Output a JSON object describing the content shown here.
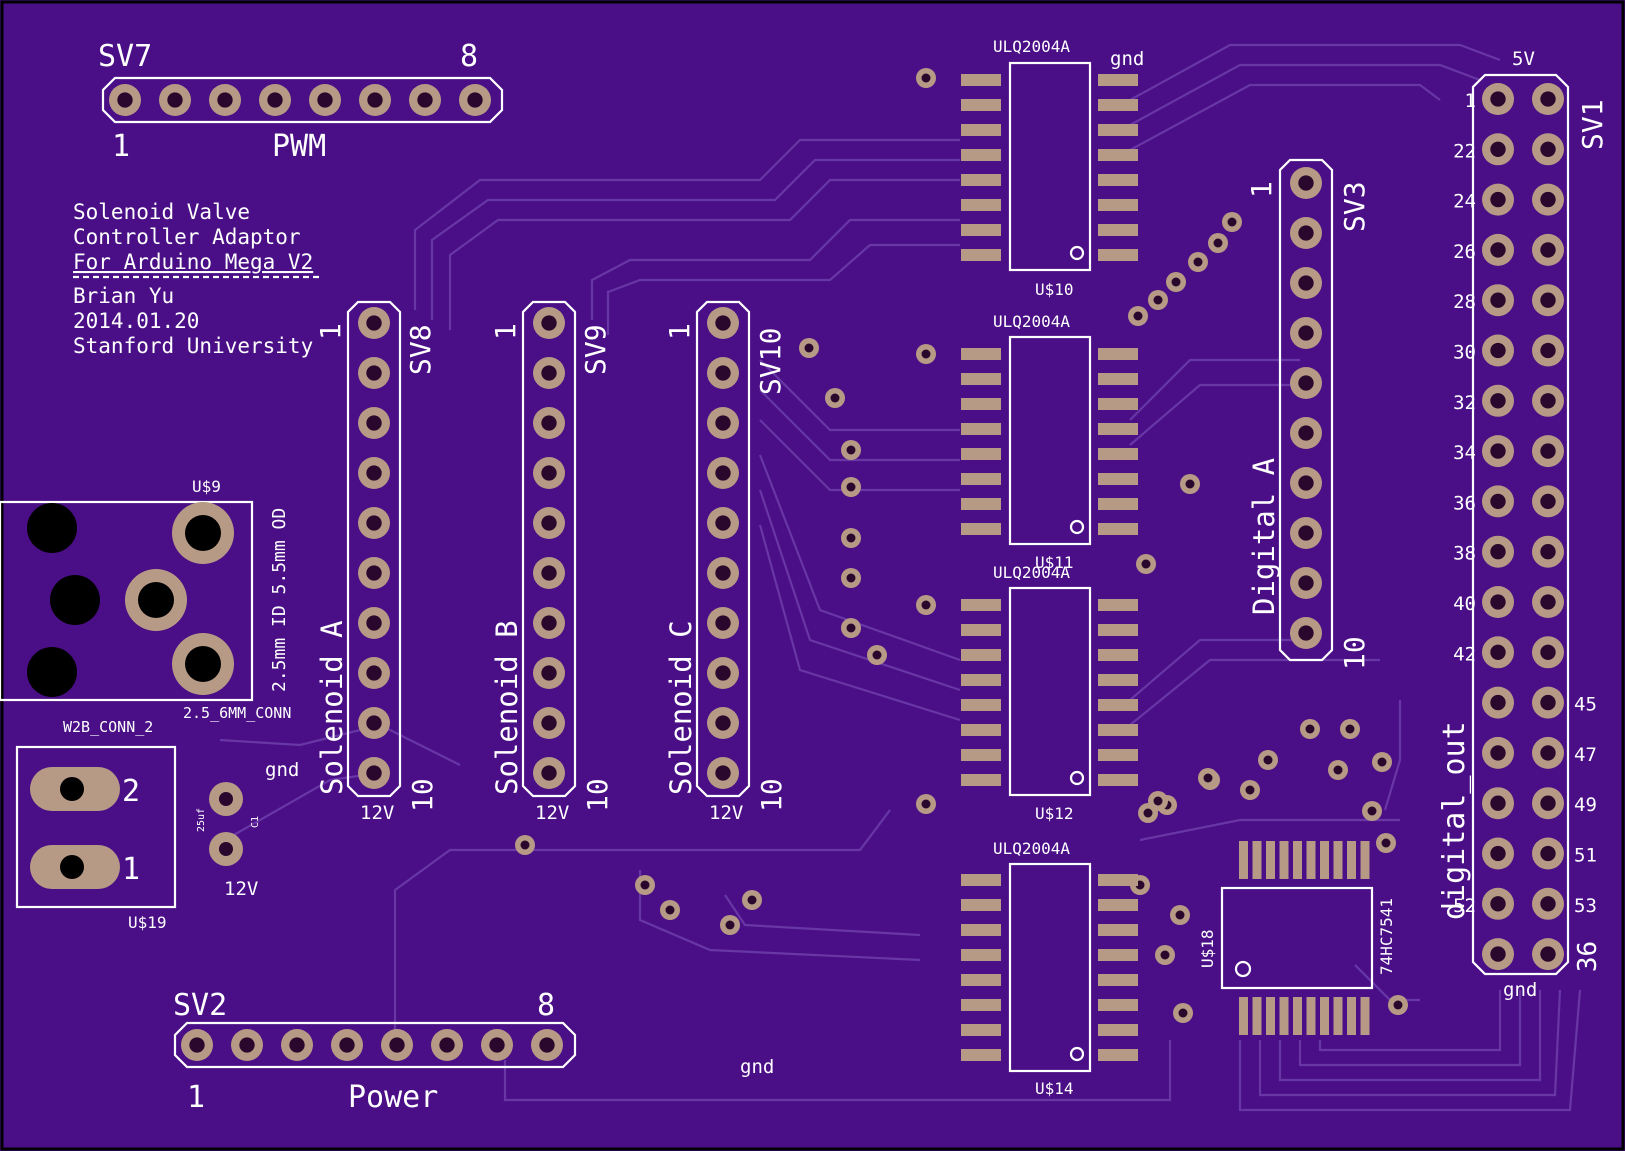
{
  "title_block": [
    "Solenoid Valve",
    "Controller Adaptor",
    "For Arduino Mega V2",
    "Brian Yu",
    "2014.01.20",
    "Stanford University"
  ],
  "pwm_header": {
    "name": "SV7",
    "label": "PWM",
    "first": "1",
    "last": "8"
  },
  "power_header": {
    "name": "SV2",
    "label": "Power",
    "first": "1",
    "last": "8"
  },
  "solenoid_headers": [
    {
      "name": "SV8",
      "label": "Solenoid A",
      "first": "1",
      "last": "10",
      "power": "12V"
    },
    {
      "name": "SV9",
      "label": "Solenoid B",
      "first": "1",
      "last": "10",
      "power": "12V"
    },
    {
      "name": "SV10",
      "label": "Solenoid C",
      "first": "1",
      "last": "10",
      "power": "12V"
    }
  ],
  "digital_header": {
    "name": "SV3",
    "label": "Digital A",
    "first": "1",
    "last": "10"
  },
  "drivers": [
    {
      "part": "ULQ2004A",
      "name": "U$10"
    },
    {
      "part": "ULQ2004A",
      "name": "U$11"
    },
    {
      "part": "ULQ2004A",
      "name": "U$12"
    },
    {
      "part": "ULQ2004A",
      "name": "U$14"
    }
  ],
  "buffer": {
    "part": "74HC7541",
    "name": "U$18"
  },
  "arduino_header": {
    "name": "SV1",
    "label": "digital_out",
    "top": "5V",
    "bottom": "gnd",
    "left_numbers": [
      "1",
      "22",
      "24",
      "26",
      "28",
      "30",
      "32",
      "34",
      "36",
      "38",
      "40",
      "42",
      "",
      "",
      "",
      "",
      "52",
      ""
    ],
    "right_numbers": [
      "",
      "",
      "",
      "",
      "",
      "",
      "",
      "",
      "",
      "",
      "",
      "",
      "45",
      "47",
      "49",
      "51",
      "53",
      "36"
    ]
  },
  "power_jack": {
    "name": "U$9",
    "desc": "2.5mm ID 5.5mm OD",
    "footprint": "2.5_6MM_CONN"
  },
  "terminal": {
    "name": "U$19",
    "footprint": "W2B_CONN_2",
    "pin1": "1",
    "pin2": "2"
  },
  "capacitor": {
    "name": "C1",
    "value": "25uf",
    "label": "12V"
  },
  "net_labels": {
    "gnd_top": "gnd",
    "gnd_left": "gnd",
    "gnd_bottom": "gnd"
  },
  "colors": {
    "board": "#4a0f86",
    "trace": "#6b3ba8",
    "pad": "#b79a85",
    "silk": "#ffffff"
  }
}
